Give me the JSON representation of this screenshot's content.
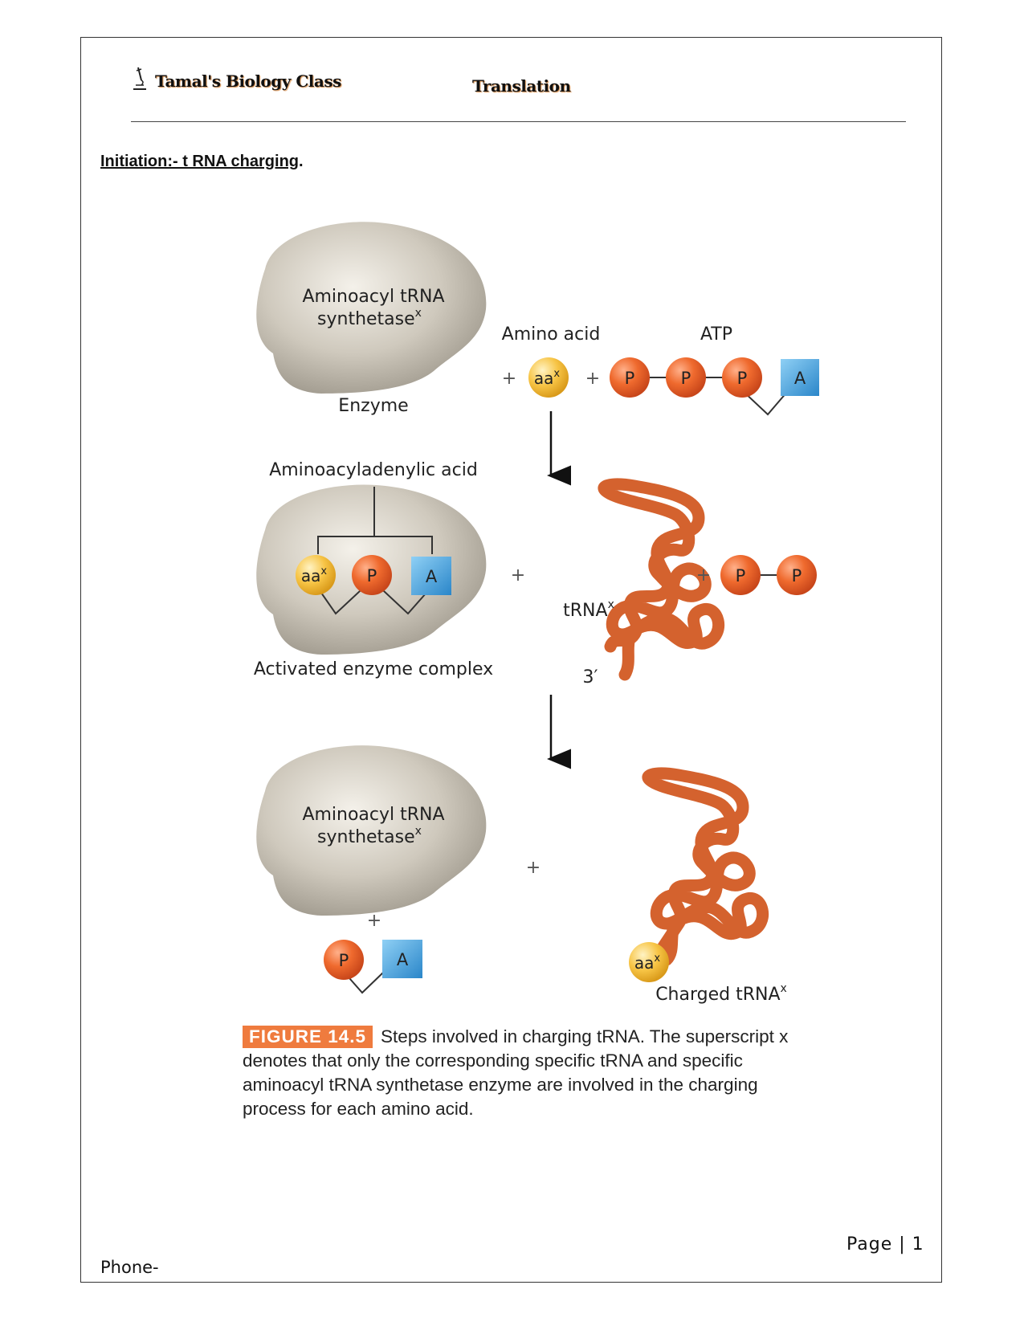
{
  "header": {
    "brand": "Tamal's Biology Class",
    "title": "Translation"
  },
  "section": {
    "heading": "Initiation:- t RNA charging",
    "heading_suffix": "."
  },
  "figure": {
    "enzyme_name_line1": "Aminoacyl tRNA",
    "enzyme_name_line2": "synthetase",
    "superscript": "x",
    "enzyme_label": "Enzyme",
    "amino_acid_label": "Amino acid",
    "atp_label": "ATP",
    "aa_symbol": "aa",
    "phosphate_symbol": "P",
    "adenine_symbol": "A",
    "plus": "+",
    "aminoacyladenylic_label": "Aminoacyladenylic acid",
    "activated_complex_label": "Activated enzyme complex",
    "trna_label": "tRNA",
    "three_prime_label": "3′",
    "charged_trna_label": "Charged tRNA",
    "colors": {
      "enzyme": "#c9c3b8",
      "phosphate": "#e8612b",
      "adenine": "#3d9ad8",
      "amino_acid": "#f5c243",
      "trna": "#d4622e",
      "badge": "#ef7b3e"
    }
  },
  "caption": {
    "badge": "FIGURE 14.5",
    "text": "Steps involved in charging tRNA. The superscript x denotes that only the corresponding specific tRNA and specific aminoacyl tRNA synthetase enzyme are involved in the charging process for each amino acid."
  },
  "footer": {
    "page_label": "Page | 1",
    "phone_label": "Phone-"
  }
}
